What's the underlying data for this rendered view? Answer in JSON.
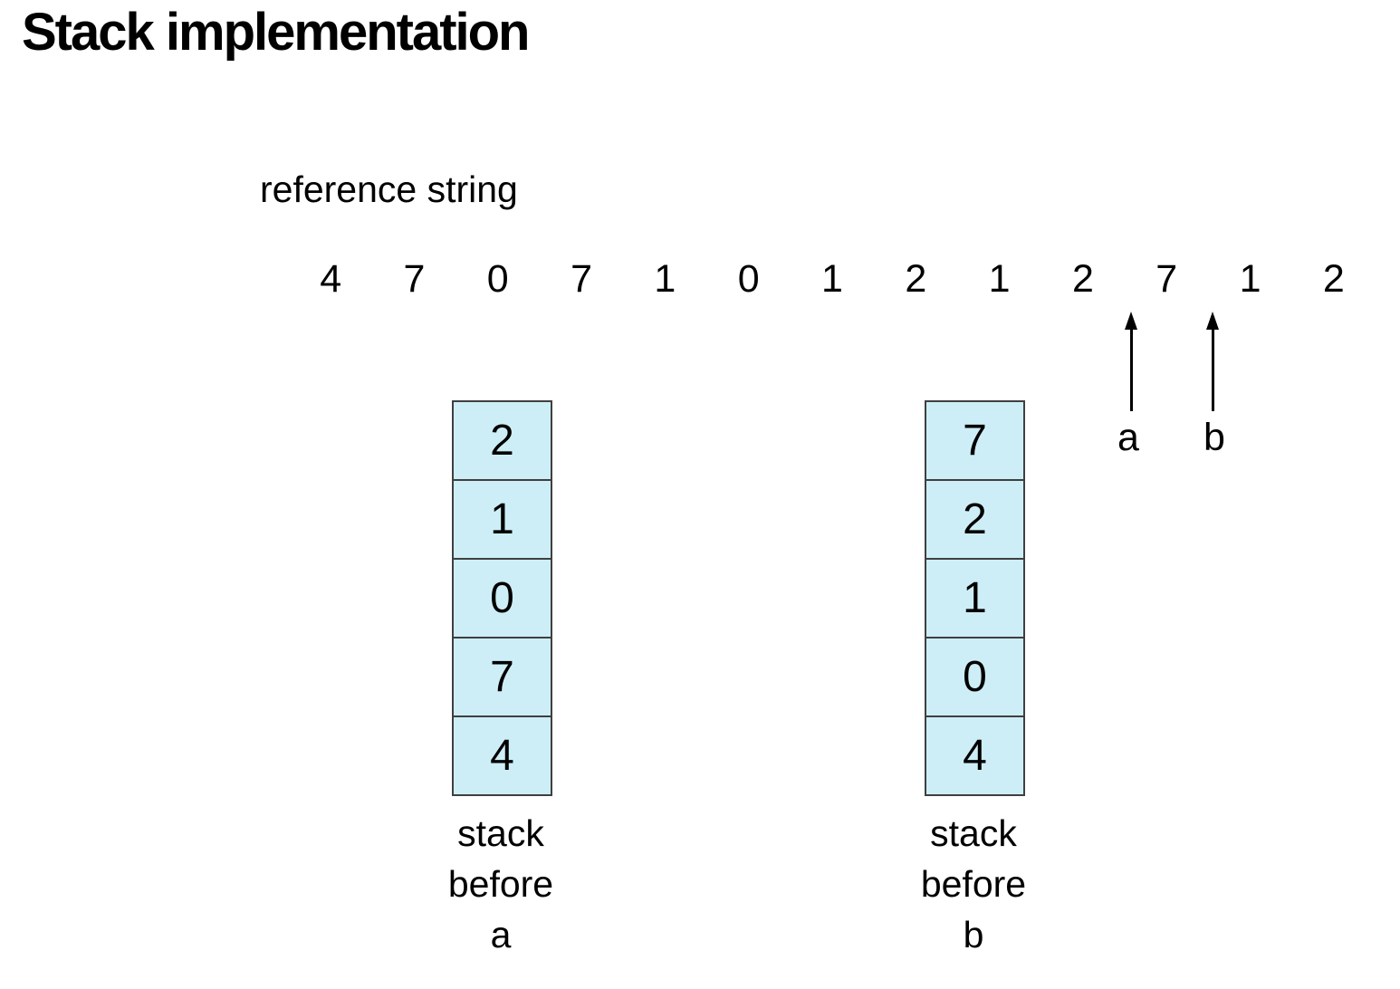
{
  "title": "Stack implementation",
  "reference_string": {
    "label": "reference string",
    "values": [
      "4",
      "7",
      "0",
      "7",
      "1",
      "0",
      "1",
      "2",
      "1",
      "2",
      "7",
      "1",
      "2"
    ]
  },
  "markers": {
    "a": {
      "label": "a"
    },
    "b": {
      "label": "b"
    }
  },
  "stacks": [
    {
      "cells_top_to_bottom": [
        "2",
        "1",
        "0",
        "7",
        "4"
      ],
      "caption_lines": [
        "stack",
        "before",
        "a"
      ]
    },
    {
      "cells_top_to_bottom": [
        "7",
        "2",
        "1",
        "0",
        "4"
      ],
      "caption_lines": [
        "stack",
        "before",
        "b"
      ]
    }
  ],
  "colors": {
    "background": "#ffffff",
    "text": "#000000",
    "cell_fill": "#cdeef6",
    "cell_border": "#3f3f3f"
  }
}
